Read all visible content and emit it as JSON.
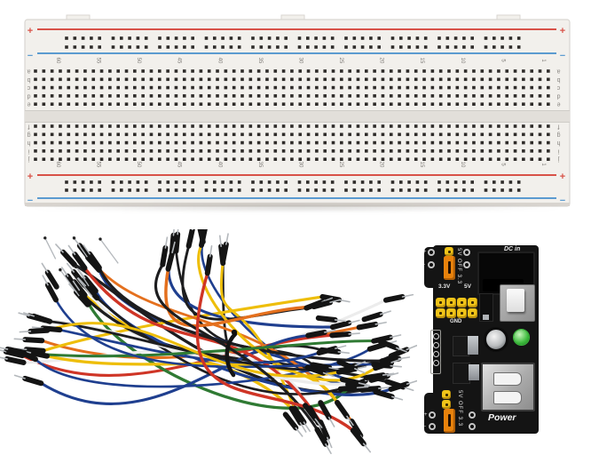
{
  "breadboard": {
    "row_labels_top": [
      "a",
      "b",
      "c",
      "d",
      "e"
    ],
    "row_labels_bottom": [
      "f",
      "g",
      "h",
      "i",
      "j"
    ],
    "column_numbers": [
      "60",
      "55",
      "50",
      "45",
      "40",
      "35",
      "30",
      "25",
      "20",
      "15",
      "10",
      "5",
      "1"
    ],
    "rail_positive": "+",
    "rail_negative": "−",
    "colors": {
      "body": "#f2f0ec",
      "edge": "#d9d6d1",
      "bottom_strip": "#d8d4cf",
      "groove": "#e2dfda",
      "hole": "#2e2b29",
      "rail_red": "#d85248",
      "rail_blue": "#5b9bd0",
      "letter": "#8b8884",
      "number": "#7d7a76"
    }
  },
  "jumper_wires": {
    "colors": {
      "black": "#1d1d1f",
      "blue": "#1f3f8f",
      "yellow": "#eebe0a",
      "red": "#cf3526",
      "orange": "#e4701e",
      "green": "#2f7a33",
      "white": "#ececec"
    },
    "connector_sleeve": "#141414",
    "connector_pin": "#b4b8bc"
  },
  "power_module": {
    "labels": {
      "dc_in": "DC in",
      "v33": "3.3V",
      "v5": "5V",
      "gnd": "GND",
      "power": "Power",
      "jumper_top": "5V OFF 3.3",
      "jumper_bottom": "5V OFF 3.3",
      "plus": "+",
      "minus": "-"
    },
    "colors": {
      "pcb": "#141414",
      "pin_yellow": "#f0c419",
      "jumper_orange": "#e8820c",
      "led_green": "#3dbb3d",
      "usb_silver": "#b9b9b9",
      "button_gray": "#9b9b9b",
      "text": "#e6e6e6"
    }
  }
}
